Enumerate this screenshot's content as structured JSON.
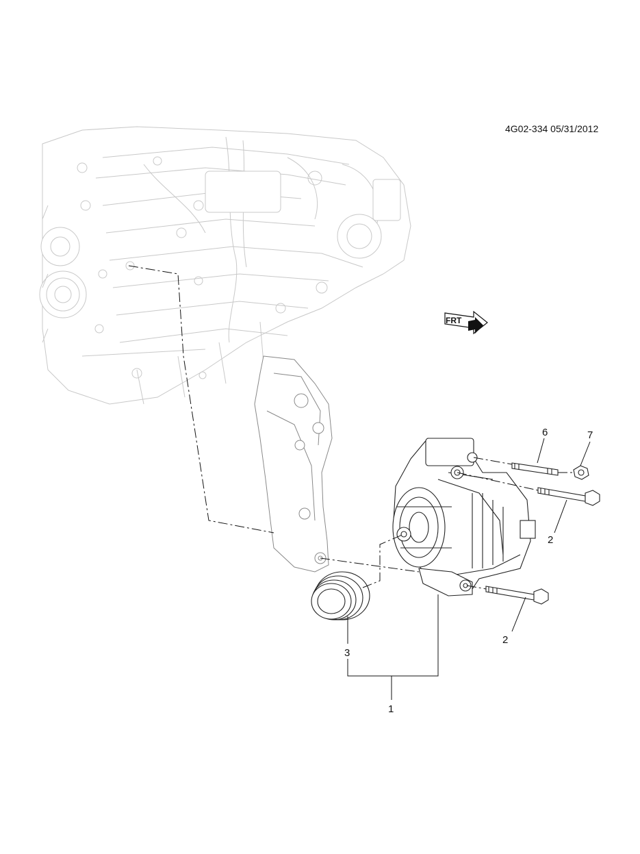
{
  "drawing_id": "4G02-334 05/31/2012",
  "front_indicator": {
    "label": "FRT",
    "icon": "front-arrow-icon"
  },
  "callouts": [
    {
      "id": "callout-1",
      "label": "1",
      "part": "generator-assembly"
    },
    {
      "id": "callout-2a",
      "label": "2",
      "part": "upper-bolt"
    },
    {
      "id": "callout-2b",
      "label": "2",
      "part": "lower-bolt"
    },
    {
      "id": "callout-3",
      "label": "3",
      "part": "pulley"
    },
    {
      "id": "callout-6",
      "label": "6",
      "part": "stud"
    },
    {
      "id": "callout-7",
      "label": "7",
      "part": "nut"
    }
  ]
}
